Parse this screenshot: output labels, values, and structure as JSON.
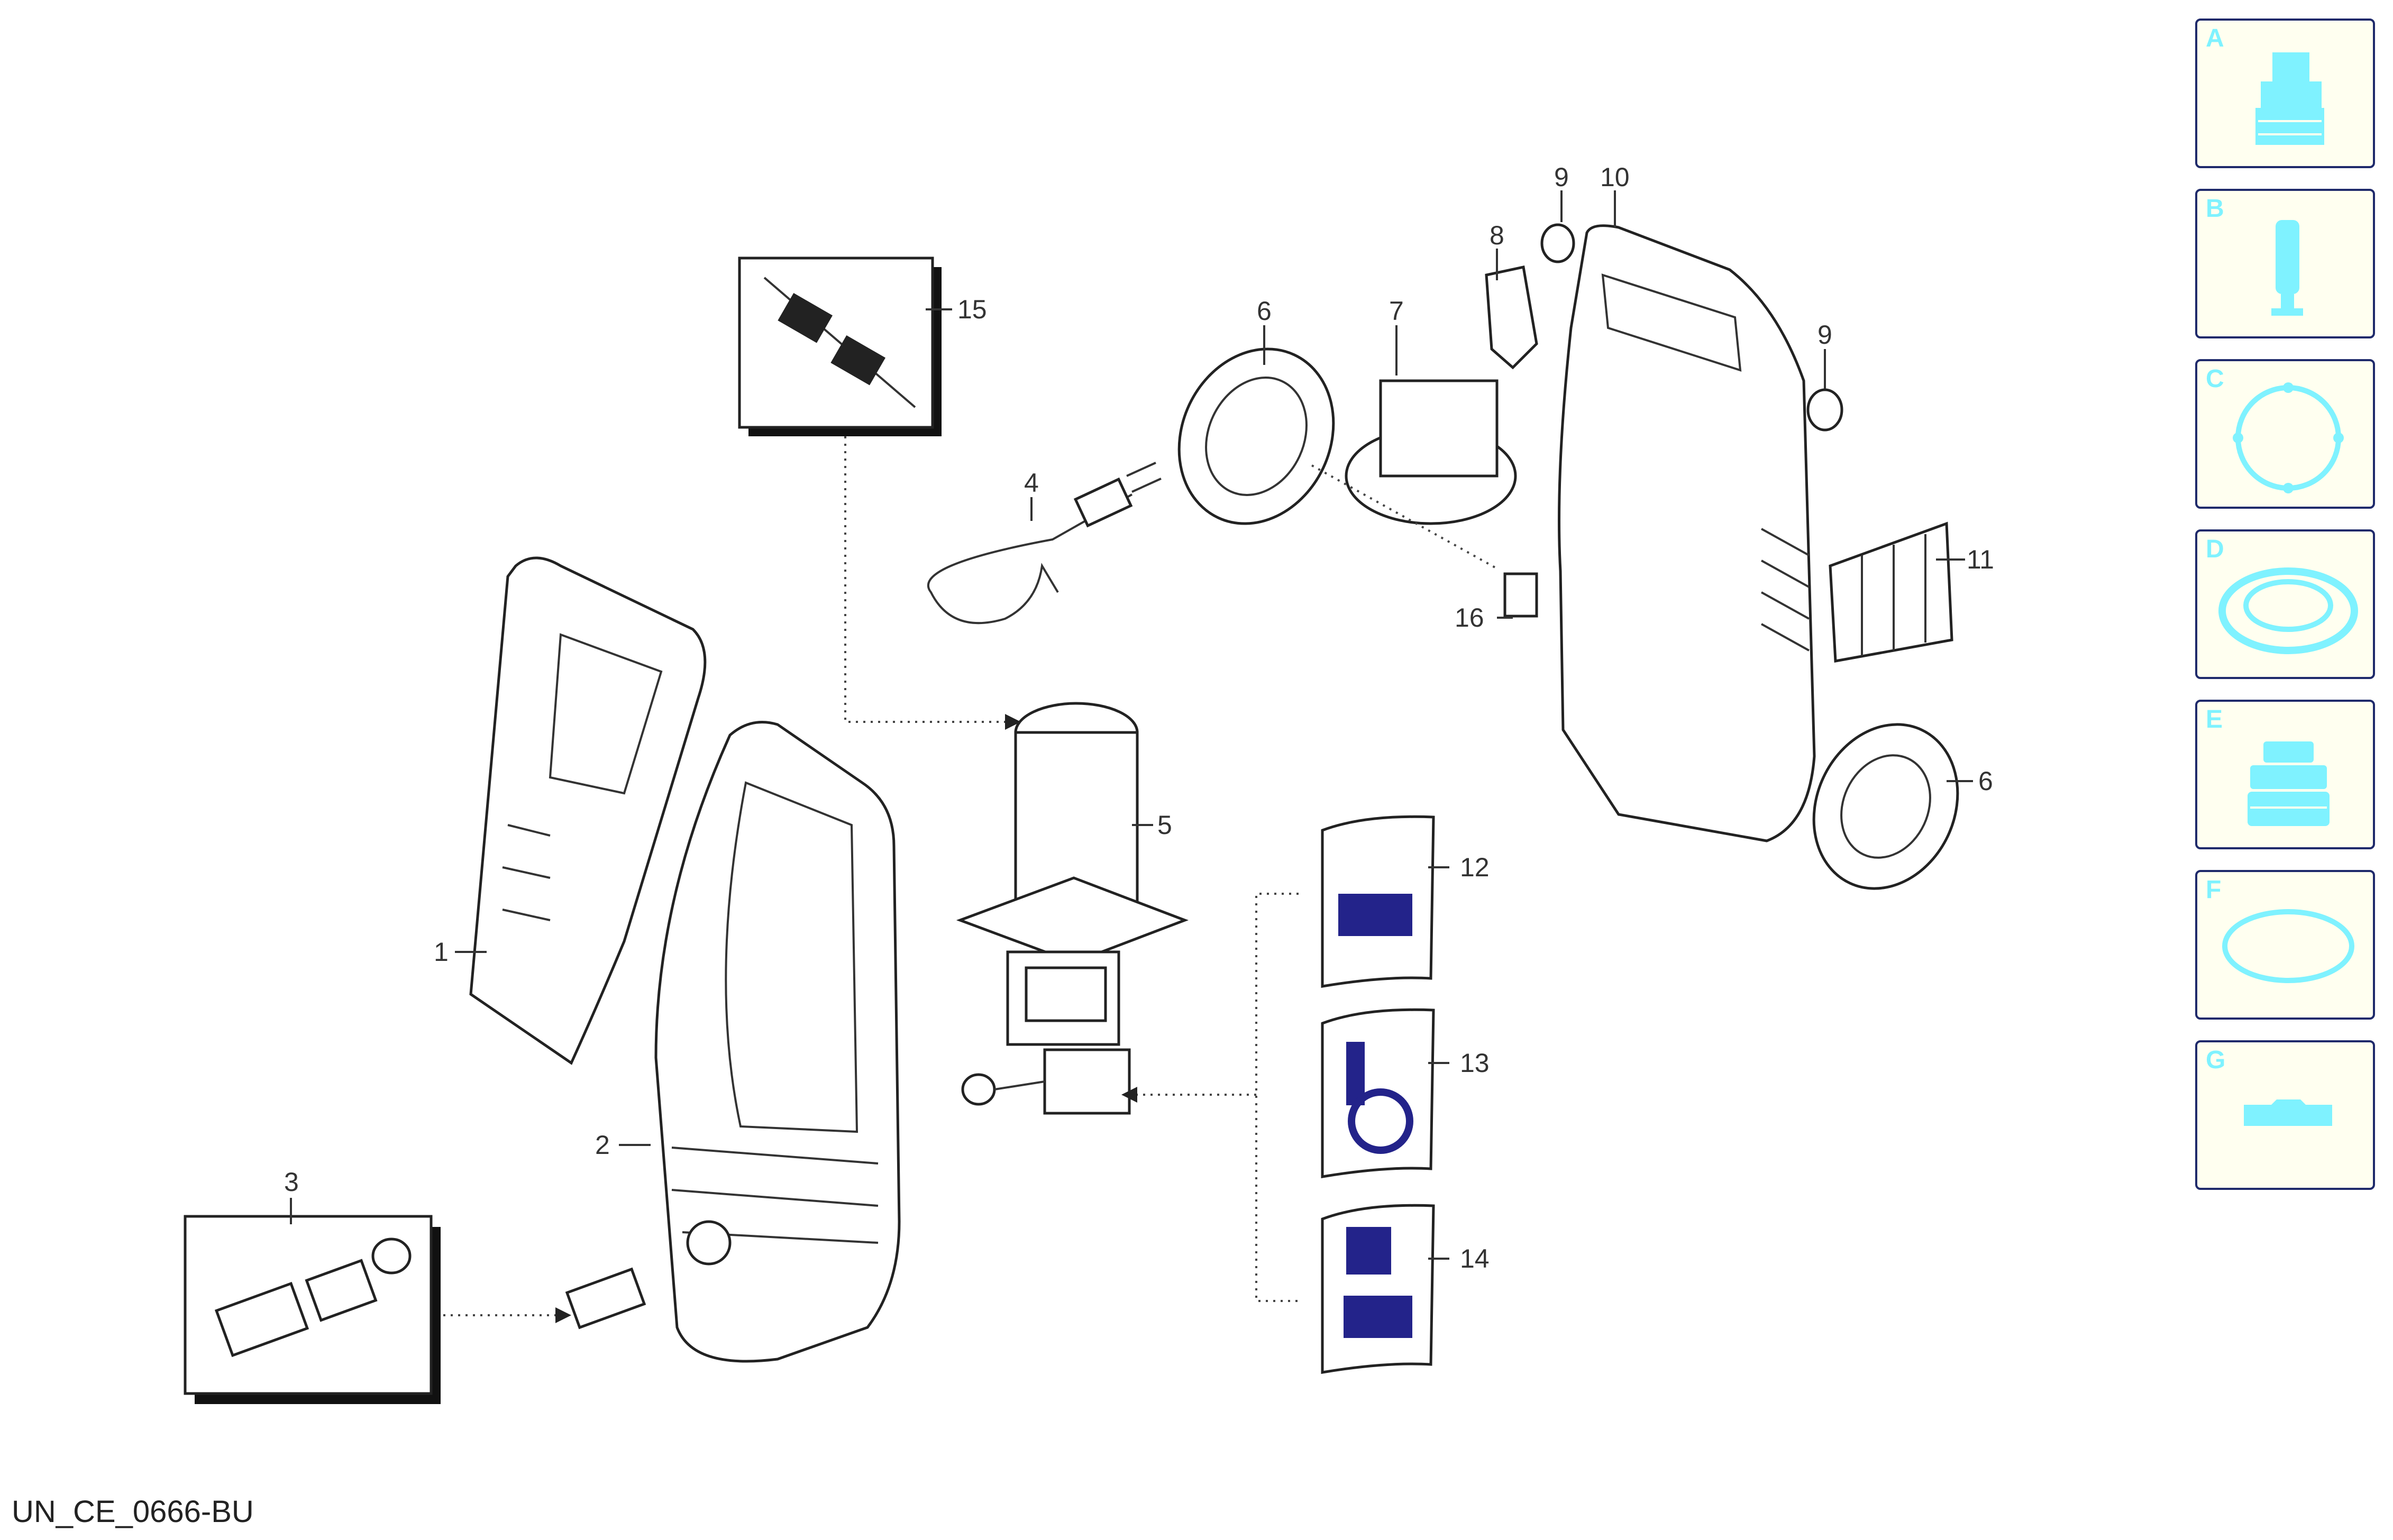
{
  "callouts": [
    "1",
    "2",
    "3",
    "4",
    "5",
    "6",
    "7",
    "8",
    "9",
    "10",
    "11",
    "12",
    "13",
    "14",
    "15",
    "16"
  ],
  "sidebar": {
    "items": [
      {
        "letter": "A",
        "icon": "quick-coupling-icon"
      },
      {
        "letter": "B",
        "icon": "nozzle-pin-icon"
      },
      {
        "letter": "C",
        "icon": "gasket-ring-icon"
      },
      {
        "letter": "D",
        "icon": "seal-ring-icon"
      },
      {
        "letter": "E",
        "icon": "piston-seal-icon"
      },
      {
        "letter": "F",
        "icon": "o-ring-icon"
      },
      {
        "letter": "G",
        "icon": "flat-bracket-icon"
      }
    ],
    "accent": "#7ff2ff",
    "border": "#1f2a6b"
  },
  "footer": {
    "code": "UN_CE_0666-BU"
  }
}
